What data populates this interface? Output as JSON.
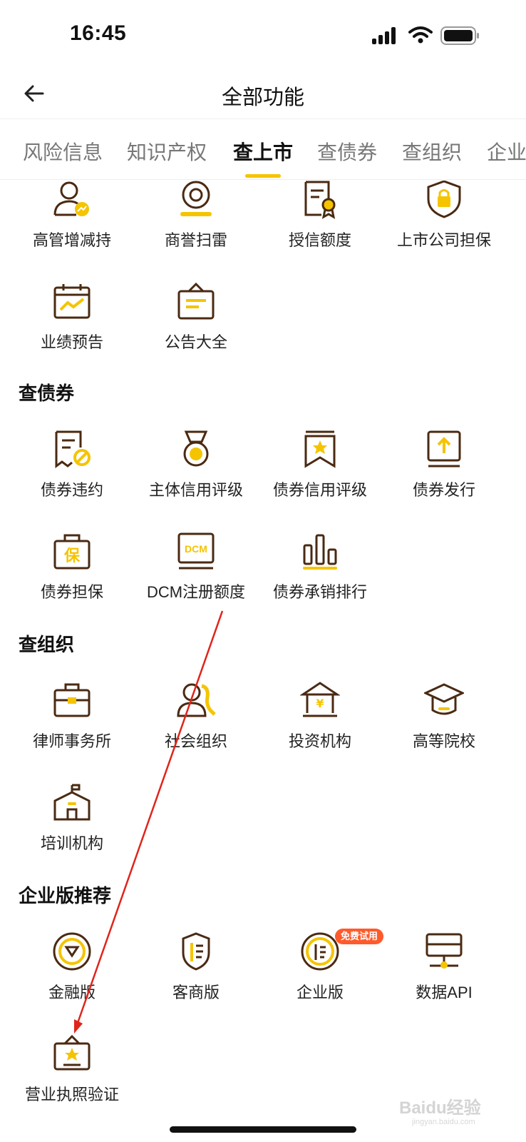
{
  "status": {
    "time": "16:45"
  },
  "nav": {
    "title": "全部功能"
  },
  "tabs": [
    "风险信息",
    "知识产权",
    "查上市",
    "查债券",
    "查组织",
    "企业"
  ],
  "accent": "#f5c400",
  "icon_brown": "#4a2a12",
  "sections": [
    {
      "title": "",
      "items": [
        {
          "label": "高管增减持",
          "icon": "person-chart-icon"
        },
        {
          "label": "商誉扫雷",
          "icon": "target-icon"
        },
        {
          "label": "授信额度",
          "icon": "certificate-icon"
        },
        {
          "label": "上市公司担保",
          "icon": "shield-lock-icon"
        },
        {
          "label": "业绩预告",
          "icon": "calendar-chart-icon"
        },
        {
          "label": "公告大全",
          "icon": "notice-board-icon"
        }
      ]
    },
    {
      "title": "查债券",
      "items": [
        {
          "label": "债券违约",
          "icon": "document-ban-icon"
        },
        {
          "label": "主体信用评级",
          "icon": "medal-icon"
        },
        {
          "label": "债券信用评级",
          "icon": "star-bookmark-icon"
        },
        {
          "label": "债券发行",
          "icon": "upload-screen-icon"
        },
        {
          "label": "债券担保",
          "icon": "guarantee-bag-icon",
          "glyph": "保"
        },
        {
          "label": "DCM注册额度",
          "icon": "dcm-screen-icon",
          "glyph": "DCM"
        },
        {
          "label": "债券承销排行",
          "icon": "bar-chart-icon"
        }
      ]
    },
    {
      "title": "查组织",
      "items": [
        {
          "label": "律师事务所",
          "icon": "briefcase-icon"
        },
        {
          "label": "社会组织",
          "icon": "people-icon"
        },
        {
          "label": "投资机构",
          "icon": "bank-icon",
          "glyph": "¥"
        },
        {
          "label": "高等院校",
          "icon": "graduation-cap-icon"
        },
        {
          "label": "培训机构",
          "icon": "school-building-icon"
        }
      ]
    },
    {
      "title": "企业版推荐",
      "items": [
        {
          "label": "金融版",
          "icon": "finance-emblem-icon"
        },
        {
          "label": "客商版",
          "icon": "merchant-shield-icon"
        },
        {
          "label": "企业版",
          "icon": "enterprise-emblem-icon",
          "badge": "免费试用"
        },
        {
          "label": "数据API",
          "icon": "server-api-icon"
        },
        {
          "label": "营业执照验证",
          "icon": "license-star-icon"
        }
      ]
    }
  ],
  "watermark": {
    "brand": "Baidu经验",
    "url": "jingyan.baidu.com"
  }
}
